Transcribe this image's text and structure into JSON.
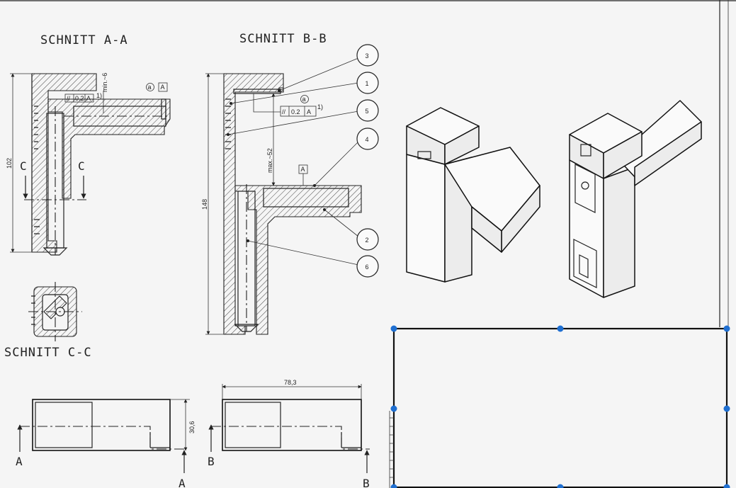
{
  "sections": {
    "aa_title": "SCHNITT A-A",
    "bb_title": "SCHNITT B-B",
    "cc_title": "SCHNITT C-C"
  },
  "dimensions": {
    "height_aa": "102",
    "height_bb": "148",
    "min_gap": "min.~6",
    "max_gap": "max.~52",
    "width_top": "78,3",
    "height_small": "30,6",
    "tolerance_value": "0.2",
    "tolerance_ref": "A",
    "detail_mark": "a",
    "superscript": "1)"
  },
  "section_letters": {
    "c": "C",
    "a": "A",
    "b": "B"
  },
  "callouts": [
    "3",
    "1",
    "5",
    "4",
    "2",
    "6"
  ],
  "colors": {
    "selection": "#1f6fd1",
    "line": "#222222",
    "background": "#f5f5f5"
  }
}
